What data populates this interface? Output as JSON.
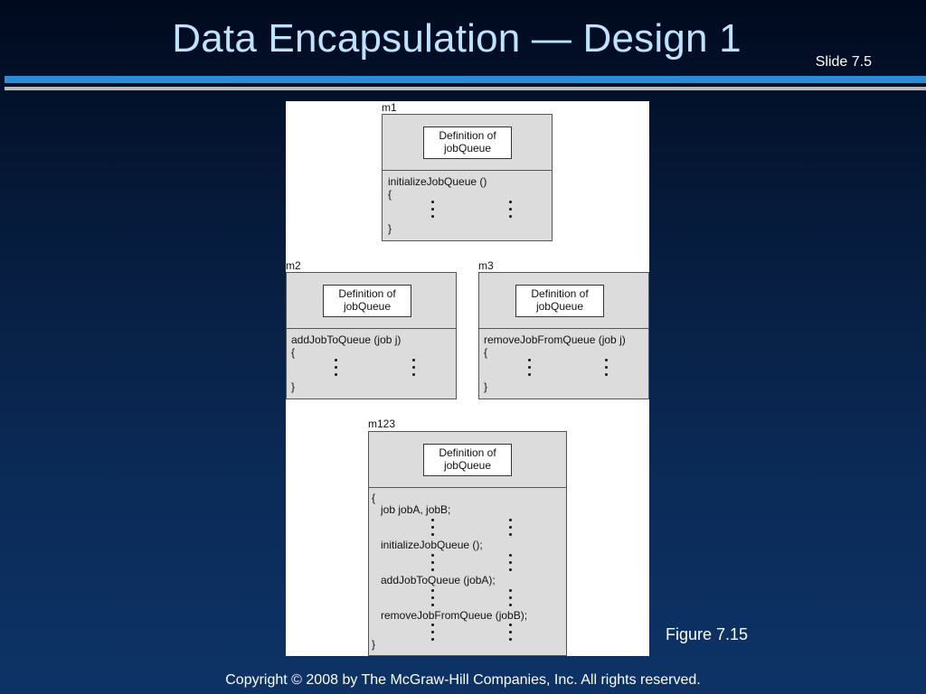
{
  "slide": {
    "title": "Data Encapsulation — Design 1",
    "slide_number": "Slide 7.5",
    "figure_caption": "Figure 7.15",
    "copyright": "Copyright © 2008 by The McGraw-Hill Companies, Inc.  All rights reserved."
  },
  "figure": {
    "modules": [
      {
        "label": "m1",
        "definition": [
          "Definition of",
          "jobQueue"
        ],
        "code": [
          "initializeJobQueue ()",
          "{",
          "}"
        ]
      },
      {
        "label": "m2",
        "definition": [
          "Definition of",
          "jobQueue"
        ],
        "code": [
          "addJobToQueue (job j)",
          "{",
          "}"
        ]
      },
      {
        "label": "m3",
        "definition": [
          "Definition of",
          "jobQueue"
        ],
        "code": [
          "removeJobFromQueue (job j)",
          "{",
          "}"
        ]
      },
      {
        "label": "m123",
        "definition": [
          "Definition of",
          "jobQueue"
        ],
        "code": [
          "{",
          "job jobA, jobB;",
          "initializeJobQueue ();",
          "addJobToQueue (jobA);",
          "removeJobFromQueue (jobB);",
          "}"
        ]
      }
    ]
  }
}
